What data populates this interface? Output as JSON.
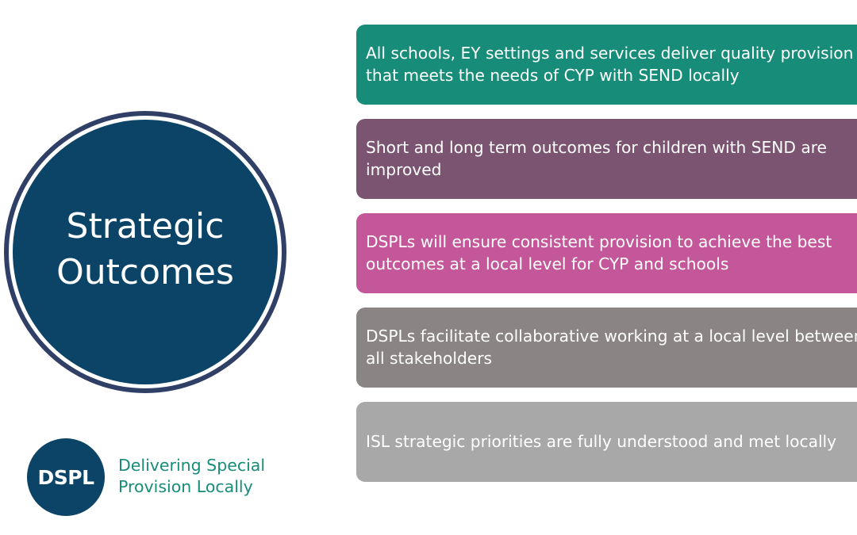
{
  "slide": {
    "title": "Strategic\nOutcomes",
    "outcomes": [
      {
        "text": "All schools, EY settings and services deliver quality provision\nthat meets the needs of CYP with SEND locally",
        "color": "#178c78"
      },
      {
        "text": "Short and long term outcomes for children with SEND are\nimproved",
        "color": "#7a5470"
      },
      {
        "text": "DSPLs will ensure consistent provision to achieve the best\noutcomes at a local level for CYP and schools",
        "color": "#c4579a"
      },
      {
        "text": "DSPLs facilitate collaborative working at a local level between\nall stakeholders",
        "color": "#8a8484"
      },
      {
        "text": "ISL strategic priorities are fully understood and met locally",
        "color": "#a8a8a8"
      }
    ]
  },
  "logo": {
    "letters": "DSPL",
    "tagline": "Delivering Special\nProvision Locally",
    "brand_color": "#0b4466",
    "accent_color": "#178c78"
  }
}
